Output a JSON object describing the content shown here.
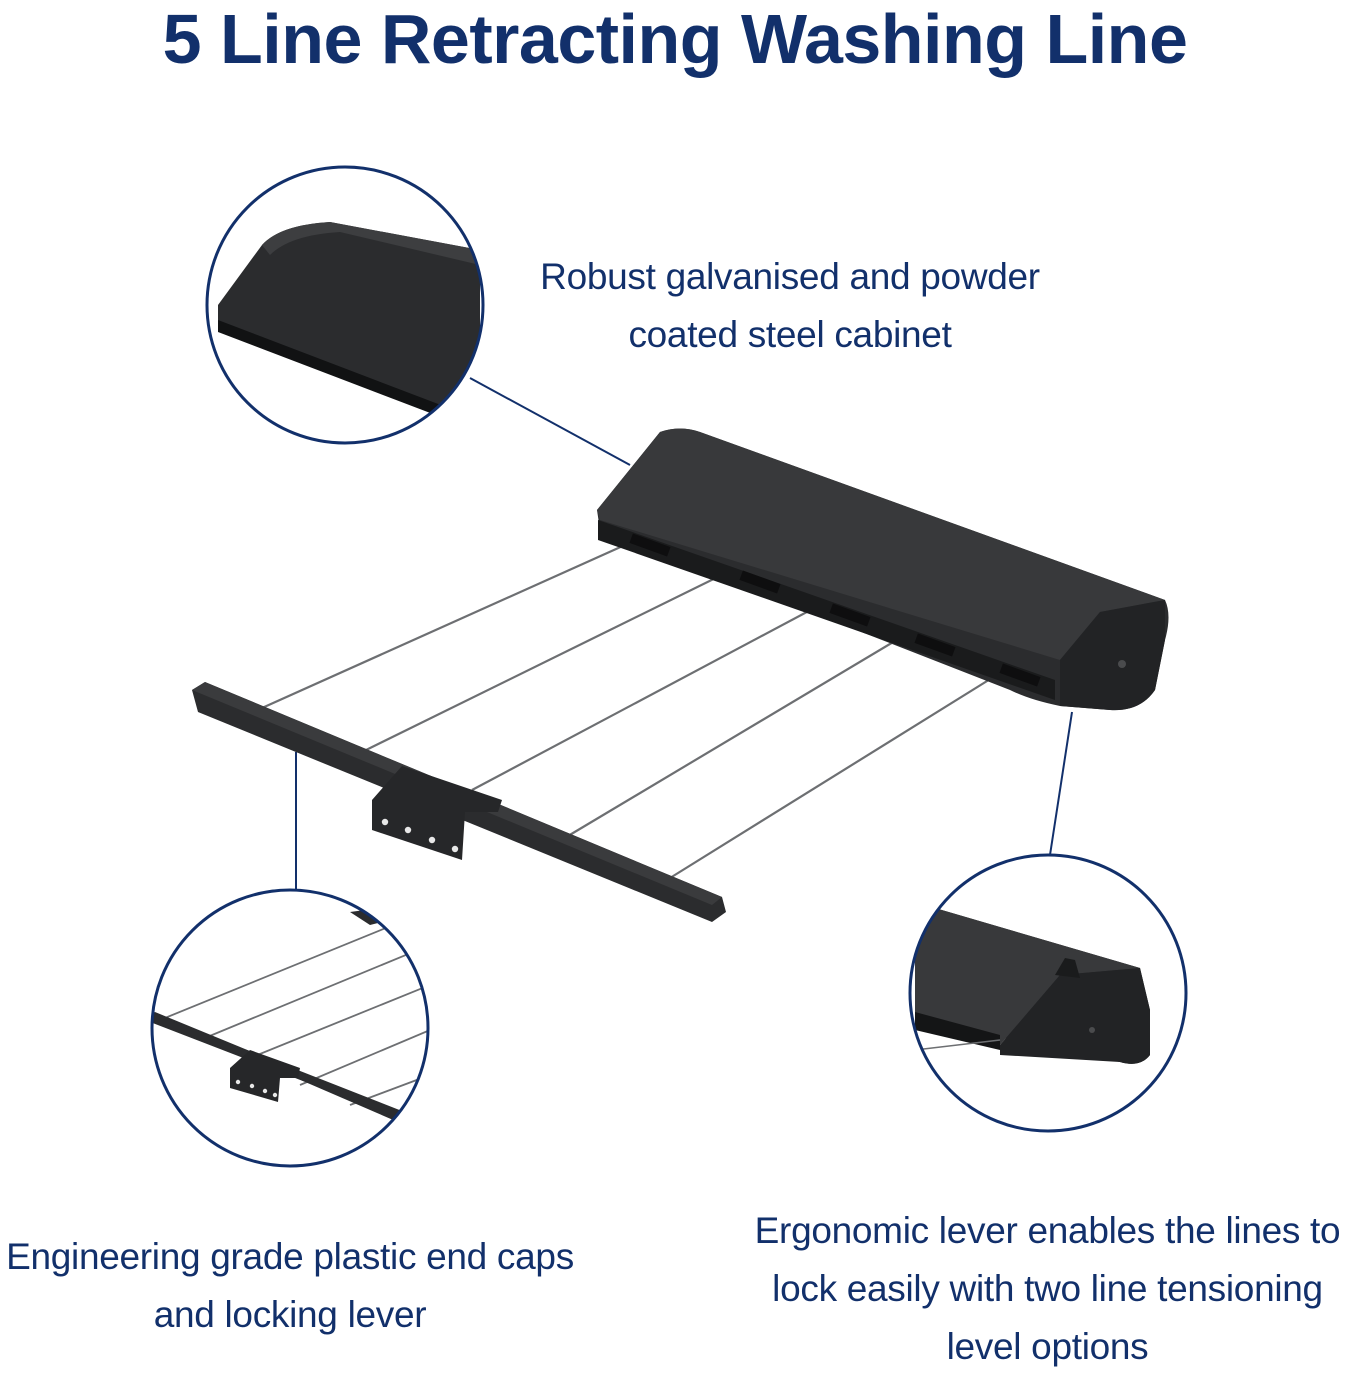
{
  "title": "5 Line Retracting Washing Line",
  "callouts": [
    {
      "lines": [
        "Robust galvanised and powder",
        "coated steel cabinet"
      ]
    },
    {
      "lines": [
        "Engineering grade plastic end caps",
        "and locking lever"
      ]
    },
    {
      "lines": [
        "Ergonomic lever enables the lines to",
        "lock easily with two line tensioning",
        "level options"
      ]
    }
  ],
  "colors": {
    "brand": "#12306b",
    "product": "#2b2c2e",
    "product_dark": "#1a1b1c",
    "line": "#6d6f72"
  }
}
